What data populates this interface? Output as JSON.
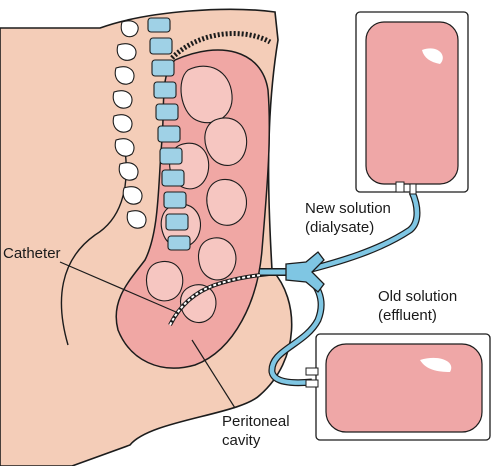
{
  "diagram": {
    "labels": {
      "new_solution_line1": "New solution",
      "new_solution_line2": "(dialysate)",
      "old_solution_line1": "Old solution",
      "old_solution_line2": "(effluent)",
      "catheter": "Catheter",
      "peritoneal_line1": "Peritoneal",
      "peritoneal_line2": "cavity"
    },
    "colors": {
      "skin": "#f4cdb8",
      "cavity": "#f0a7a4",
      "organ": "#f6c6c1",
      "bag_fluid": "#efa7a7",
      "tubing": "#7fc6e3",
      "vertebra": "#9fd1e6",
      "outline": "#1c1c1c"
    }
  }
}
